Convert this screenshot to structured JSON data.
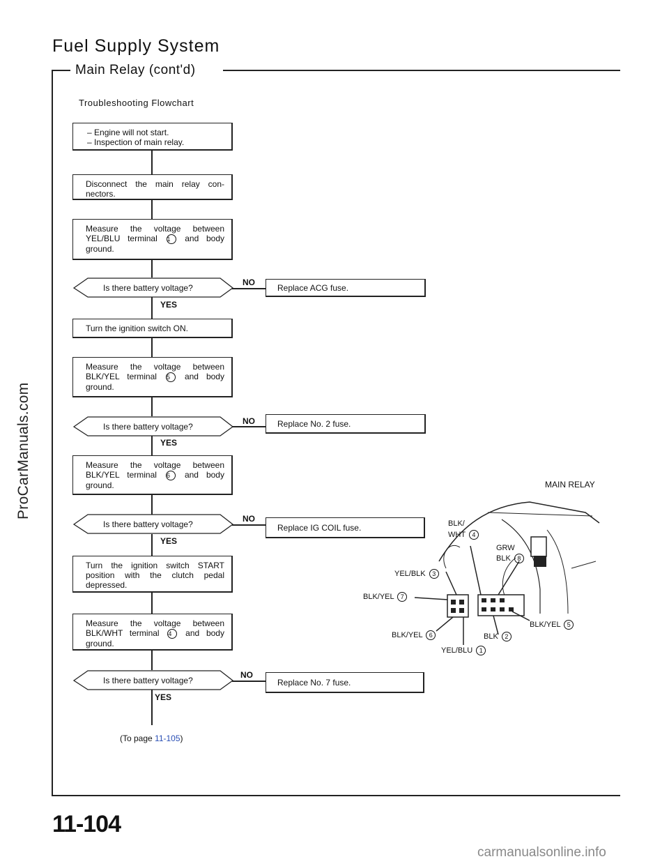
{
  "header": {
    "title": "Fuel Supply System",
    "subtitle": "Main Relay (cont'd)"
  },
  "flowchart": {
    "label": "Troubleshooting Flowchart",
    "start": {
      "line1": "Engine will not start.",
      "line2": "Inspection of main relay."
    },
    "step_disconnect": {
      "line1": "Disconnect the main relay con-",
      "line2": "nectors."
    },
    "step_measure1": {
      "line1": "Measure the voltage between",
      "line2a": "YEL/BLU terminal",
      "term": "1",
      "line2b": "and body",
      "line3": "ground."
    },
    "q1": "Is there battery voltage?",
    "a1": "Replace ACG fuse.",
    "step_ign_on": "Turn the ignition switch ON.",
    "step_measure2": {
      "line1": "Measure the voltage between",
      "line2a": "BLK/YEL terminal",
      "term": "5",
      "line2b": "and body",
      "line3": "ground."
    },
    "q2": "Is there battery voltage?",
    "a2": "Replace No. 2 fuse.",
    "step_measure3": {
      "line1": "Measure the voltage between",
      "line2a": "BLK/YEL terminal",
      "term": "6",
      "line2b": "and body",
      "line3": "ground."
    },
    "q3": "Is there battery voltage?",
    "a3": "Replace IG COIL fuse.",
    "step_start": {
      "line1": "Turn the ignition switch START",
      "line2": "position with the clutch pedal",
      "line3": "depressed."
    },
    "step_measure4": {
      "line1": "Measure the voltage between",
      "line2a": "BLK/WHT terminal",
      "term": "4",
      "line2b": "and body",
      "line3": "ground."
    },
    "q4": "Is there battery voltage?",
    "a4": "Replace No. 7 fuse.",
    "yes": "YES",
    "no": "NO",
    "to_page_prefix": "(To page",
    "to_page_link": "11-105",
    "to_page_suffix": ")"
  },
  "diagram": {
    "title": "MAIN RELAY",
    "labels": {
      "blk_wht_a": "BLK/",
      "blk_wht_b": "WHT",
      "blk_wht_num": "4",
      "grw": "GRW",
      "blk8": "BLK",
      "blk8_num": "8",
      "yel_blk": "YEL/BLK",
      "yel_blk_num": "3",
      "blk_yel7": "BLK/YEL",
      "blk_yel7_num": "7",
      "blk_yel5": "BLK/YEL",
      "blk_yel5_num": "5",
      "blk_yel6": "BLK/YEL",
      "blk_yel6_num": "6",
      "blk2": "BLK",
      "blk2_num": "2",
      "yel_blu": "YEL/BLU",
      "yel_blu_num": "1"
    }
  },
  "side_watermark": "ProCarManuals.com",
  "page_number": "11-104",
  "footer_url": "carmanualsonline.info"
}
